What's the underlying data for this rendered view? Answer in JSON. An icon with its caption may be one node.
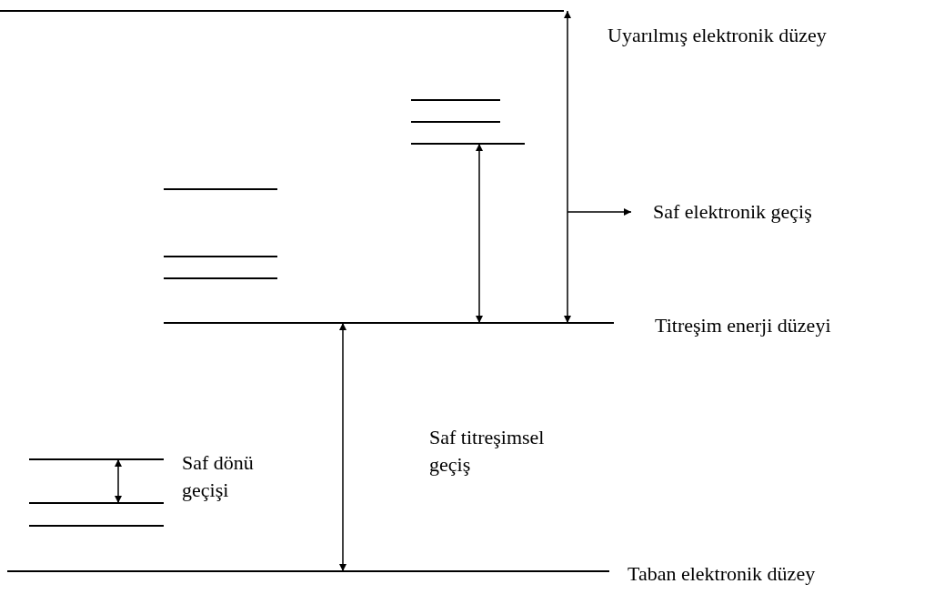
{
  "diagram": {
    "nodes": [
      {
        "text": [
          "Uyarılmış elektronik düzey"
        ]
      },
      {
        "text": [],
        "shape": "bar"
      },
      {
        "text": [],
        "shape": "bar"
      },
      {
        "text": [],
        "shape": "bar"
      },
      {
        "text": [],
        "shape": "bar"
      },
      {
        "text": [],
        "shape": "bar"
      },
      {
        "text": [],
        "shape": "bar"
      },
      {
        "text": [
          "Titreşim enerji düzeyi"
        ]
      },
      {
        "text": [],
        "shape": "bar"
      },
      {
        "text": [],
        "shape": "bar"
      },
      {
        "text": [],
        "shape": "bar"
      },
      {
        "text": [
          "Taban elektronik düzey"
        ]
      },
      {
        "text": [
          "Saf elektronik geçiş"
        ]
      }
    ],
    "edges": [
      {
        "from": 3,
        "to": 7,
        "arrow": "both"
      },
      {
        "from": 0,
        "to": 7,
        "arrow": "both"
      },
      {
        "from": null,
        "to": 12,
        "arrow": "to"
      },
      {
        "from": 7,
        "to": 11,
        "arrow": "both"
      },
      {
        "from": 8,
        "to": 9,
        "arrow": "both"
      }
    ],
    "labels": [
      "Saf titreşimsel geçiş",
      "Saf dönü geçişi"
    ]
  }
}
